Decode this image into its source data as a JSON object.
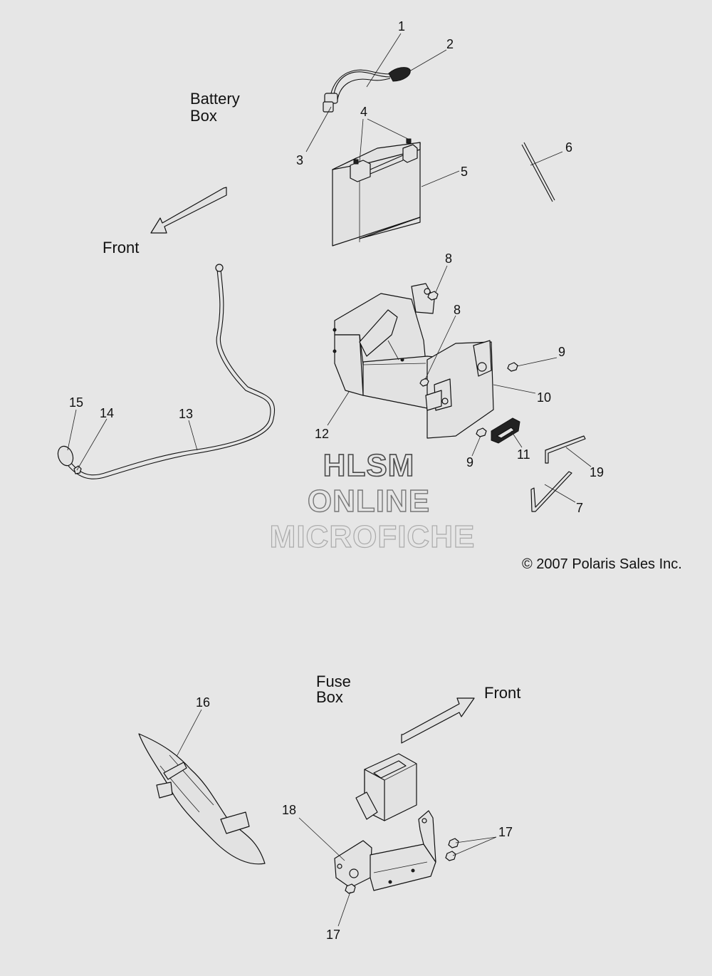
{
  "labels": {
    "battery_box": [
      "Battery",
      "Box"
    ],
    "fuse_box": [
      "Fuse",
      "Box"
    ],
    "front_top": "Front",
    "front_bottom": "Front"
  },
  "callouts": {
    "c1": "1",
    "c2": "2",
    "c3": "3",
    "c4": "4",
    "c5": "5",
    "c6": "6",
    "c7": "7",
    "c8a": "8",
    "c8b": "8",
    "c9a": "9",
    "c9b": "9",
    "c10": "10",
    "c11": "11",
    "c12": "12",
    "c13": "13",
    "c14": "14",
    "c15": "15",
    "c16": "16",
    "c17a": "17",
    "c17b": "17",
    "c18": "18",
    "c19": "19"
  },
  "watermark": {
    "line1": "HLSM",
    "line2": "ONLINE",
    "line3": "MICROFICHE"
  },
  "copyright": "© 2007 Polaris Sales Inc."
}
